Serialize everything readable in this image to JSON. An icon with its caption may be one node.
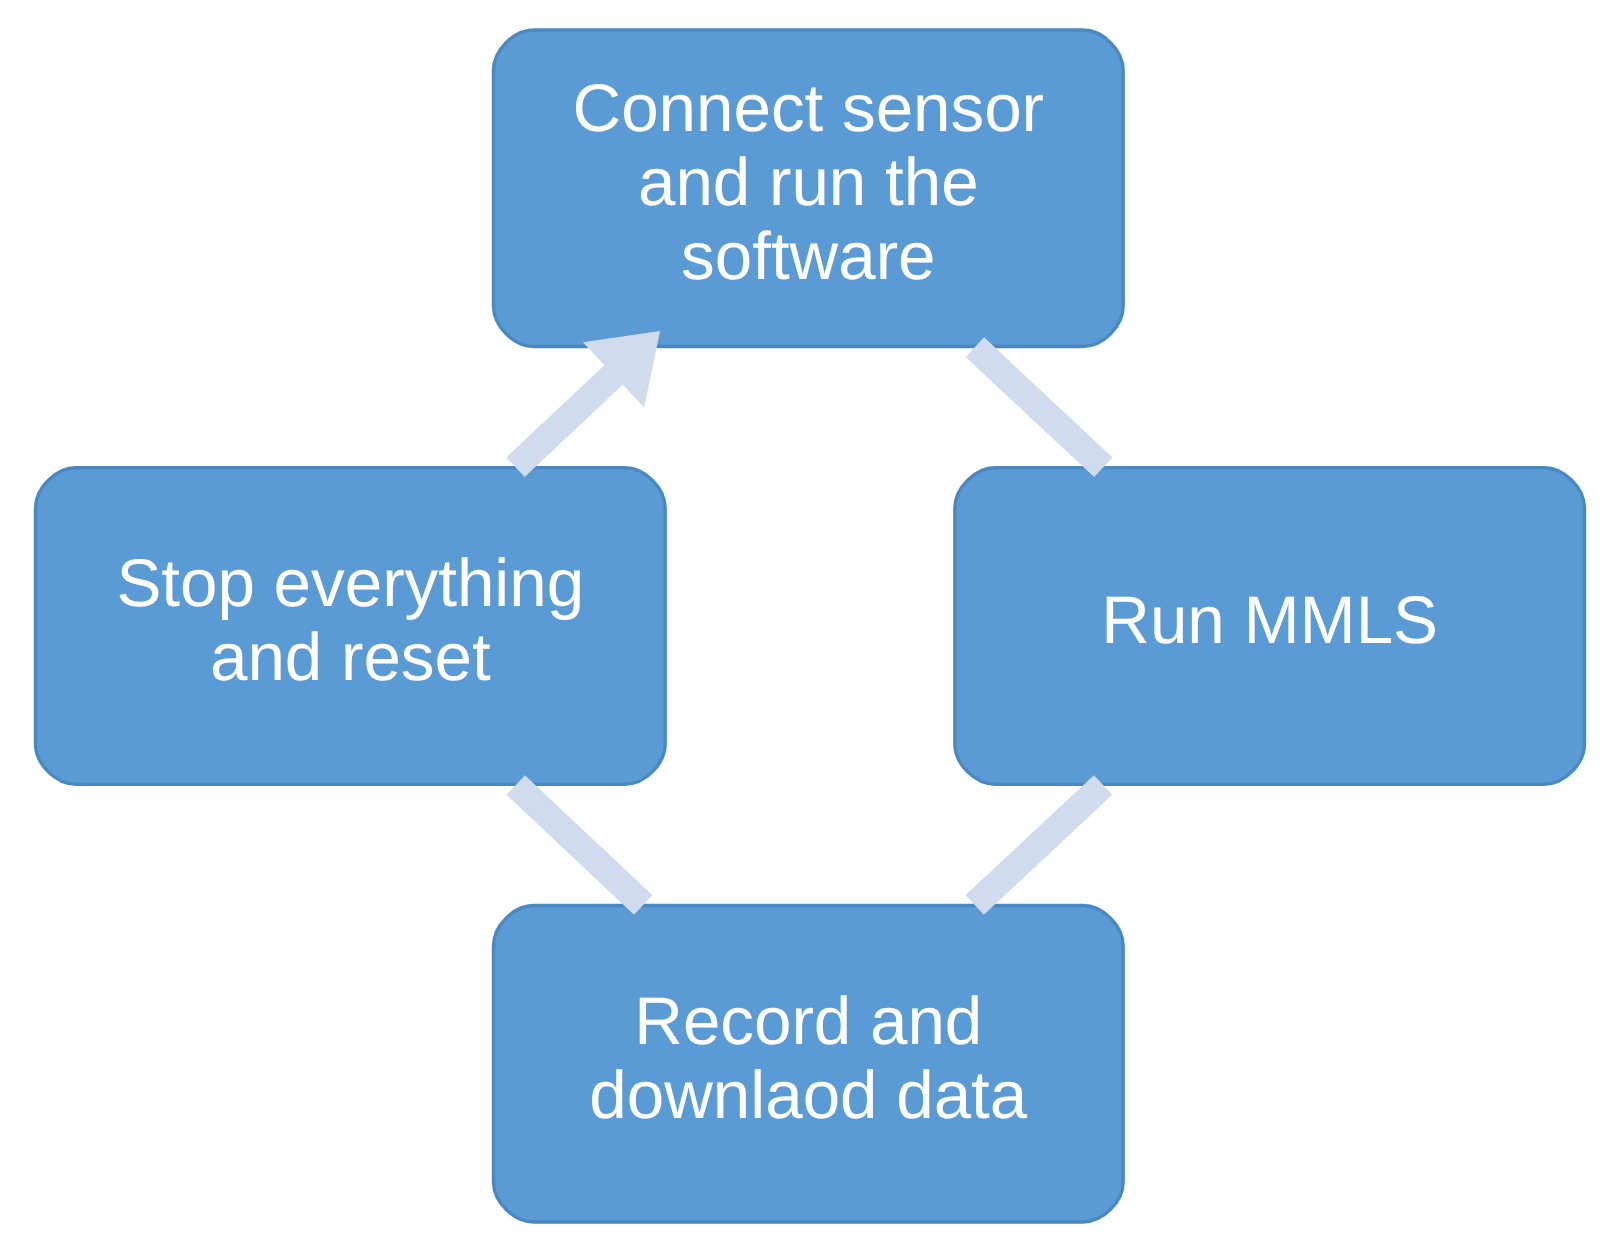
{
  "diagram": {
    "nodes": [
      {
        "text": [
          "Connect sensor and run the software"
        ]
      },
      {
        "text": [
          "Run MMLS"
        ]
      },
      {
        "text": [
          "Record and downlaod data"
        ]
      },
      {
        "text": [
          "Stop everything and reset"
        ]
      }
    ],
    "edges": [
      {
        "from": 0,
        "to": 1,
        "arrow": "none"
      },
      {
        "from": 1,
        "to": 2,
        "arrow": "none"
      },
      {
        "from": 2,
        "to": 3,
        "arrow": "none"
      },
      {
        "from": 3,
        "to": 0,
        "arrow": "to"
      }
    ]
  }
}
